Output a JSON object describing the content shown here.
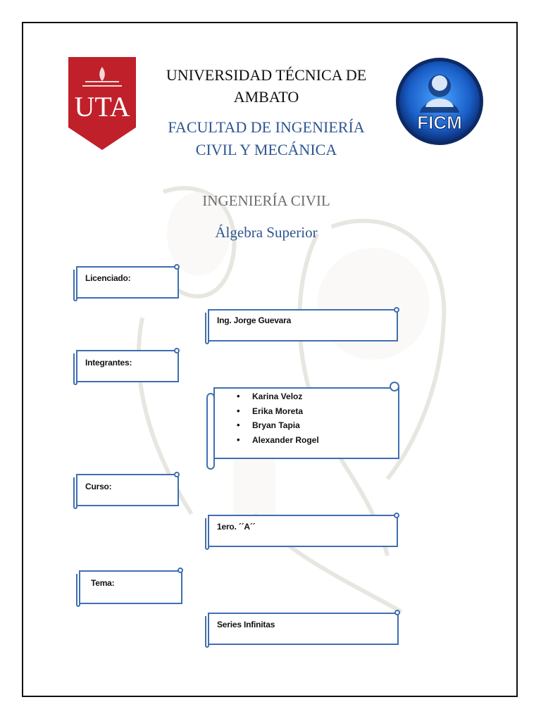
{
  "header": {
    "university_line1": "UNIVERSIDAD TÉCNICA DE",
    "university_line2": "AMBATO",
    "faculty_line1": "FACULTAD DE INGENIERÍA",
    "faculty_line2": "CIVIL Y MECÁNICA"
  },
  "logos": {
    "uta_text": "UTA",
    "ficm_text": "FICM"
  },
  "career": "INGENIERÍA CIVIL",
  "subject": "Álgebra Superior",
  "fields": {
    "licenciado_label": "Licenciado:",
    "licenciado_value": "Ing. Jorge Guevara",
    "integrantes_label": "Integrantes:",
    "integrantes": [
      "Karina Veloz",
      "Erika Moreta",
      "Bryan Tapia",
      "Alexander Rogel"
    ],
    "curso_label": "Curso:",
    "curso_value": "1ero. ´´A´´",
    "tema_label": "Tema:",
    "tema_value": "Series Infinitas"
  },
  "colors": {
    "accent_blue": "#2d5692",
    "scroll_border": "#3f6fb0",
    "uta_red": "#c0202a"
  }
}
